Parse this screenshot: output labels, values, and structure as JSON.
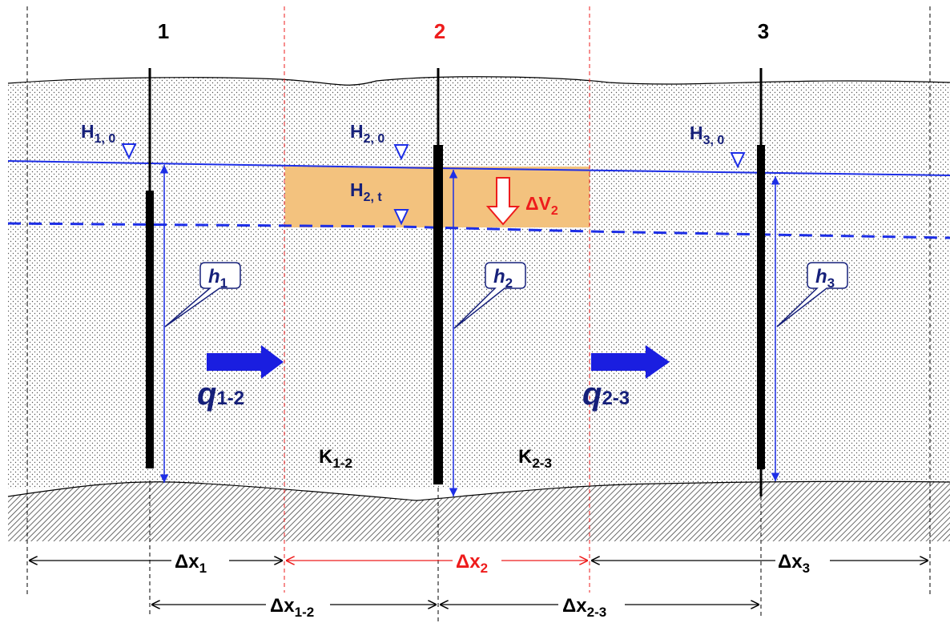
{
  "wells": [
    {
      "number": "1",
      "head_label": "H",
      "head_sub": "1, 0",
      "thickness_label": "h",
      "thickness_sub": "1"
    },
    {
      "number": "2",
      "head_label": "H",
      "head_sub": "2, 0",
      "thickness_label": "h",
      "thickness_sub": "2"
    },
    {
      "number": "3",
      "head_label": "H",
      "head_sub": "3, 0",
      "thickness_label": "h",
      "thickness_sub": "3"
    }
  ],
  "lowered_head": {
    "label": "H",
    "sub": "2, t"
  },
  "volume_change": {
    "symbol": "Δ",
    "label": "V",
    "sub": "2"
  },
  "flows": [
    {
      "label": "q",
      "sub": "1-2"
    },
    {
      "label": "q",
      "sub": "2-3"
    }
  ],
  "conductivities": [
    {
      "label": "K",
      "sub": "1-2"
    },
    {
      "label": "K",
      "sub": "2-3"
    }
  ],
  "cell_widths": [
    {
      "symbol": "Δ",
      "label": "x",
      "sub": "1"
    },
    {
      "symbol": "Δ",
      "label": "x",
      "sub": "2"
    },
    {
      "symbol": "Δ",
      "label": "x",
      "sub": "3"
    }
  ],
  "spacings": [
    {
      "symbol": "Δ",
      "label": "x",
      "sub": "1-2"
    },
    {
      "symbol": "Δ",
      "label": "x",
      "sub": "2-3"
    }
  ],
  "colors": {
    "highlight": "#ee1c1c",
    "water": "#1d2ee6",
    "label_blue": "#16207a",
    "flow_arrow": "#1a1ee0",
    "storage_fill": "#f3c27e"
  }
}
